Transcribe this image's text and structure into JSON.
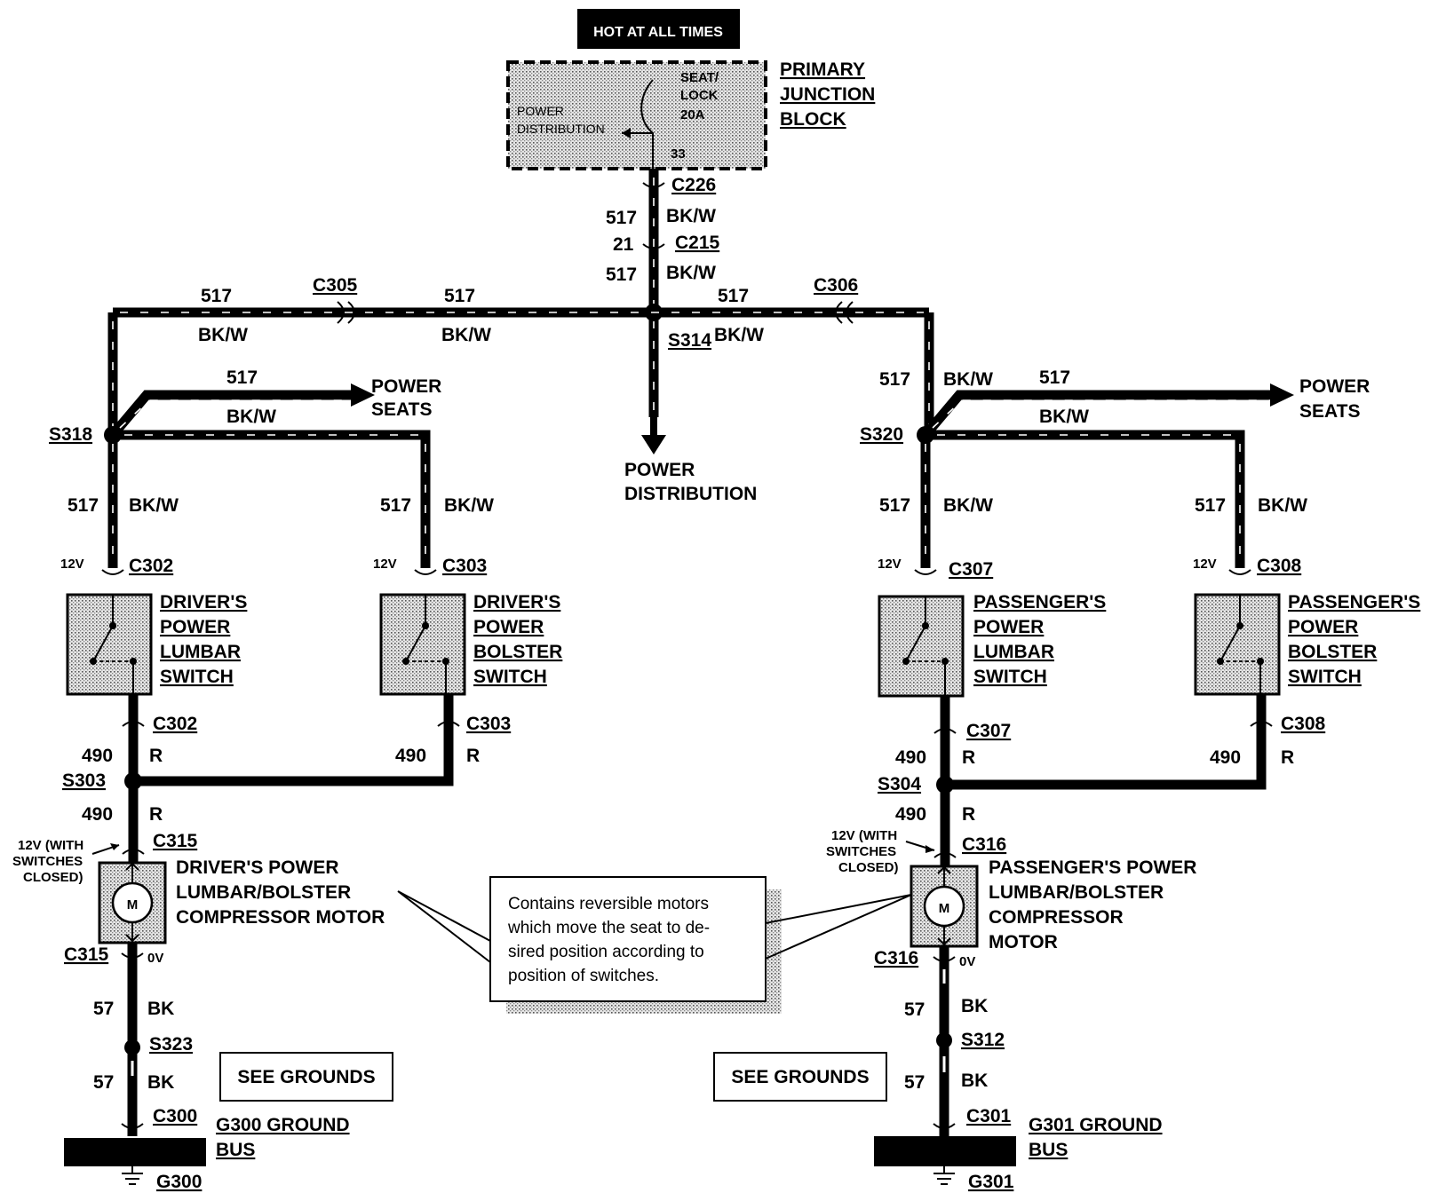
{
  "header": {
    "hot_label": "HOT AT ALL TIMES"
  },
  "junction_block": {
    "title_lines": [
      "PRIMARY",
      "JUNCTION",
      "BLOCK"
    ],
    "fuse_lines": [
      "SEAT/",
      "LOCK",
      "20A"
    ],
    "power_dist_lines": [
      "POWER",
      "DISTRIBUTION"
    ],
    "pin": "33"
  },
  "connectors": {
    "c226": "C226",
    "c215": "C215",
    "c305": "C305",
    "c306": "C306",
    "c302": "C302",
    "c303": "C303",
    "c307": "C307",
    "c308": "C308",
    "c315": "C315",
    "c316": "C316",
    "c300": "C300",
    "c301": "C301",
    "c215_pin": "21"
  },
  "splices": {
    "s314": "S314",
    "s318": "S318",
    "s320": "S320",
    "s303": "S303",
    "s304": "S304",
    "s323": "S323",
    "s312": "S312"
  },
  "wires": {
    "circuit_517": "517",
    "color_bkw": "BK/W",
    "circuit_490": "490",
    "color_r": "R",
    "circuit_57": "57",
    "color_bk": "BK"
  },
  "voltages": {
    "v12": "12V",
    "v0": "0V",
    "with_switches_lines": [
      "12V (WITH",
      "SWITCHES",
      "CLOSED)"
    ]
  },
  "destinations": {
    "power_seats_lines": [
      "POWER",
      "SEATS"
    ],
    "power_distribution_lines": [
      "POWER",
      "DISTRIBUTION"
    ]
  },
  "switches": {
    "driver_lumbar": [
      "DRIVER'S",
      "POWER",
      "LUMBAR",
      "SWITCH"
    ],
    "driver_bolster": [
      "DRIVER'S",
      "POWER",
      "BOLSTER",
      "SWITCH"
    ],
    "passenger_lumbar": [
      "PASSENGER'S",
      "POWER",
      "LUMBAR",
      "SWITCH"
    ],
    "passenger_bolster": [
      "PASSENGER'S",
      "POWER",
      "BOLSTER",
      "SWITCH"
    ]
  },
  "motors": {
    "driver": [
      "DRIVER'S POWER",
      "LUMBAR/BOLSTER",
      "COMPRESSOR MOTOR"
    ],
    "passenger": [
      "PASSENGER'S POWER",
      "LUMBAR/BOLSTER",
      "COMPRESSOR",
      "MOTOR"
    ],
    "symbol": "M"
  },
  "callout": {
    "lines": [
      "Contains reversible motors",
      "which move the seat to de-",
      "sired position according to",
      "position of switches."
    ]
  },
  "grounds": {
    "see_grounds": "SEE GROUNDS",
    "g300_lines": [
      "G300 GROUND",
      "BUS"
    ],
    "g301_lines": [
      "G301 GROUND",
      "BUS"
    ],
    "g300": "G300",
    "g301": "G301"
  }
}
